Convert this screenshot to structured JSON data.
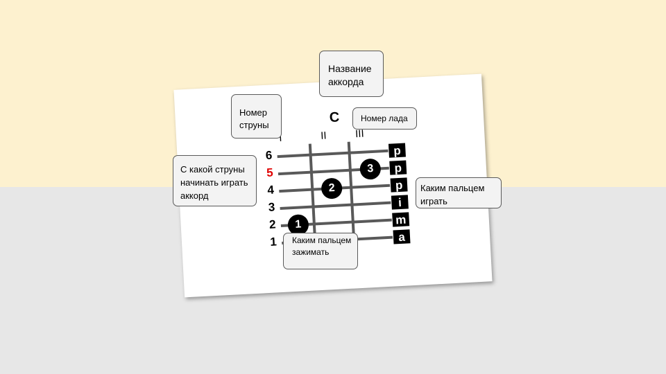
{
  "chord": {
    "name": "C"
  },
  "callouts": {
    "chord_name": "Название аккорда",
    "string_number": "Номер струны",
    "fret_number": "Номер лада",
    "start_string": "С какой струны начинать играть аккорд",
    "picking_finger": "Каким пальцем играть",
    "fretting_finger": "Каким пальцем зажимать"
  },
  "frets": [
    "I",
    "II",
    "III"
  ],
  "strings": [
    "6",
    "5",
    "4",
    "3",
    "2",
    "1"
  ],
  "start_string_color": "#e00000",
  "fingers": {
    "string_5": "3",
    "string_4": "2",
    "string_2": "1"
  },
  "picking": [
    "p",
    "p",
    "p",
    "i",
    "m",
    "a"
  ]
}
